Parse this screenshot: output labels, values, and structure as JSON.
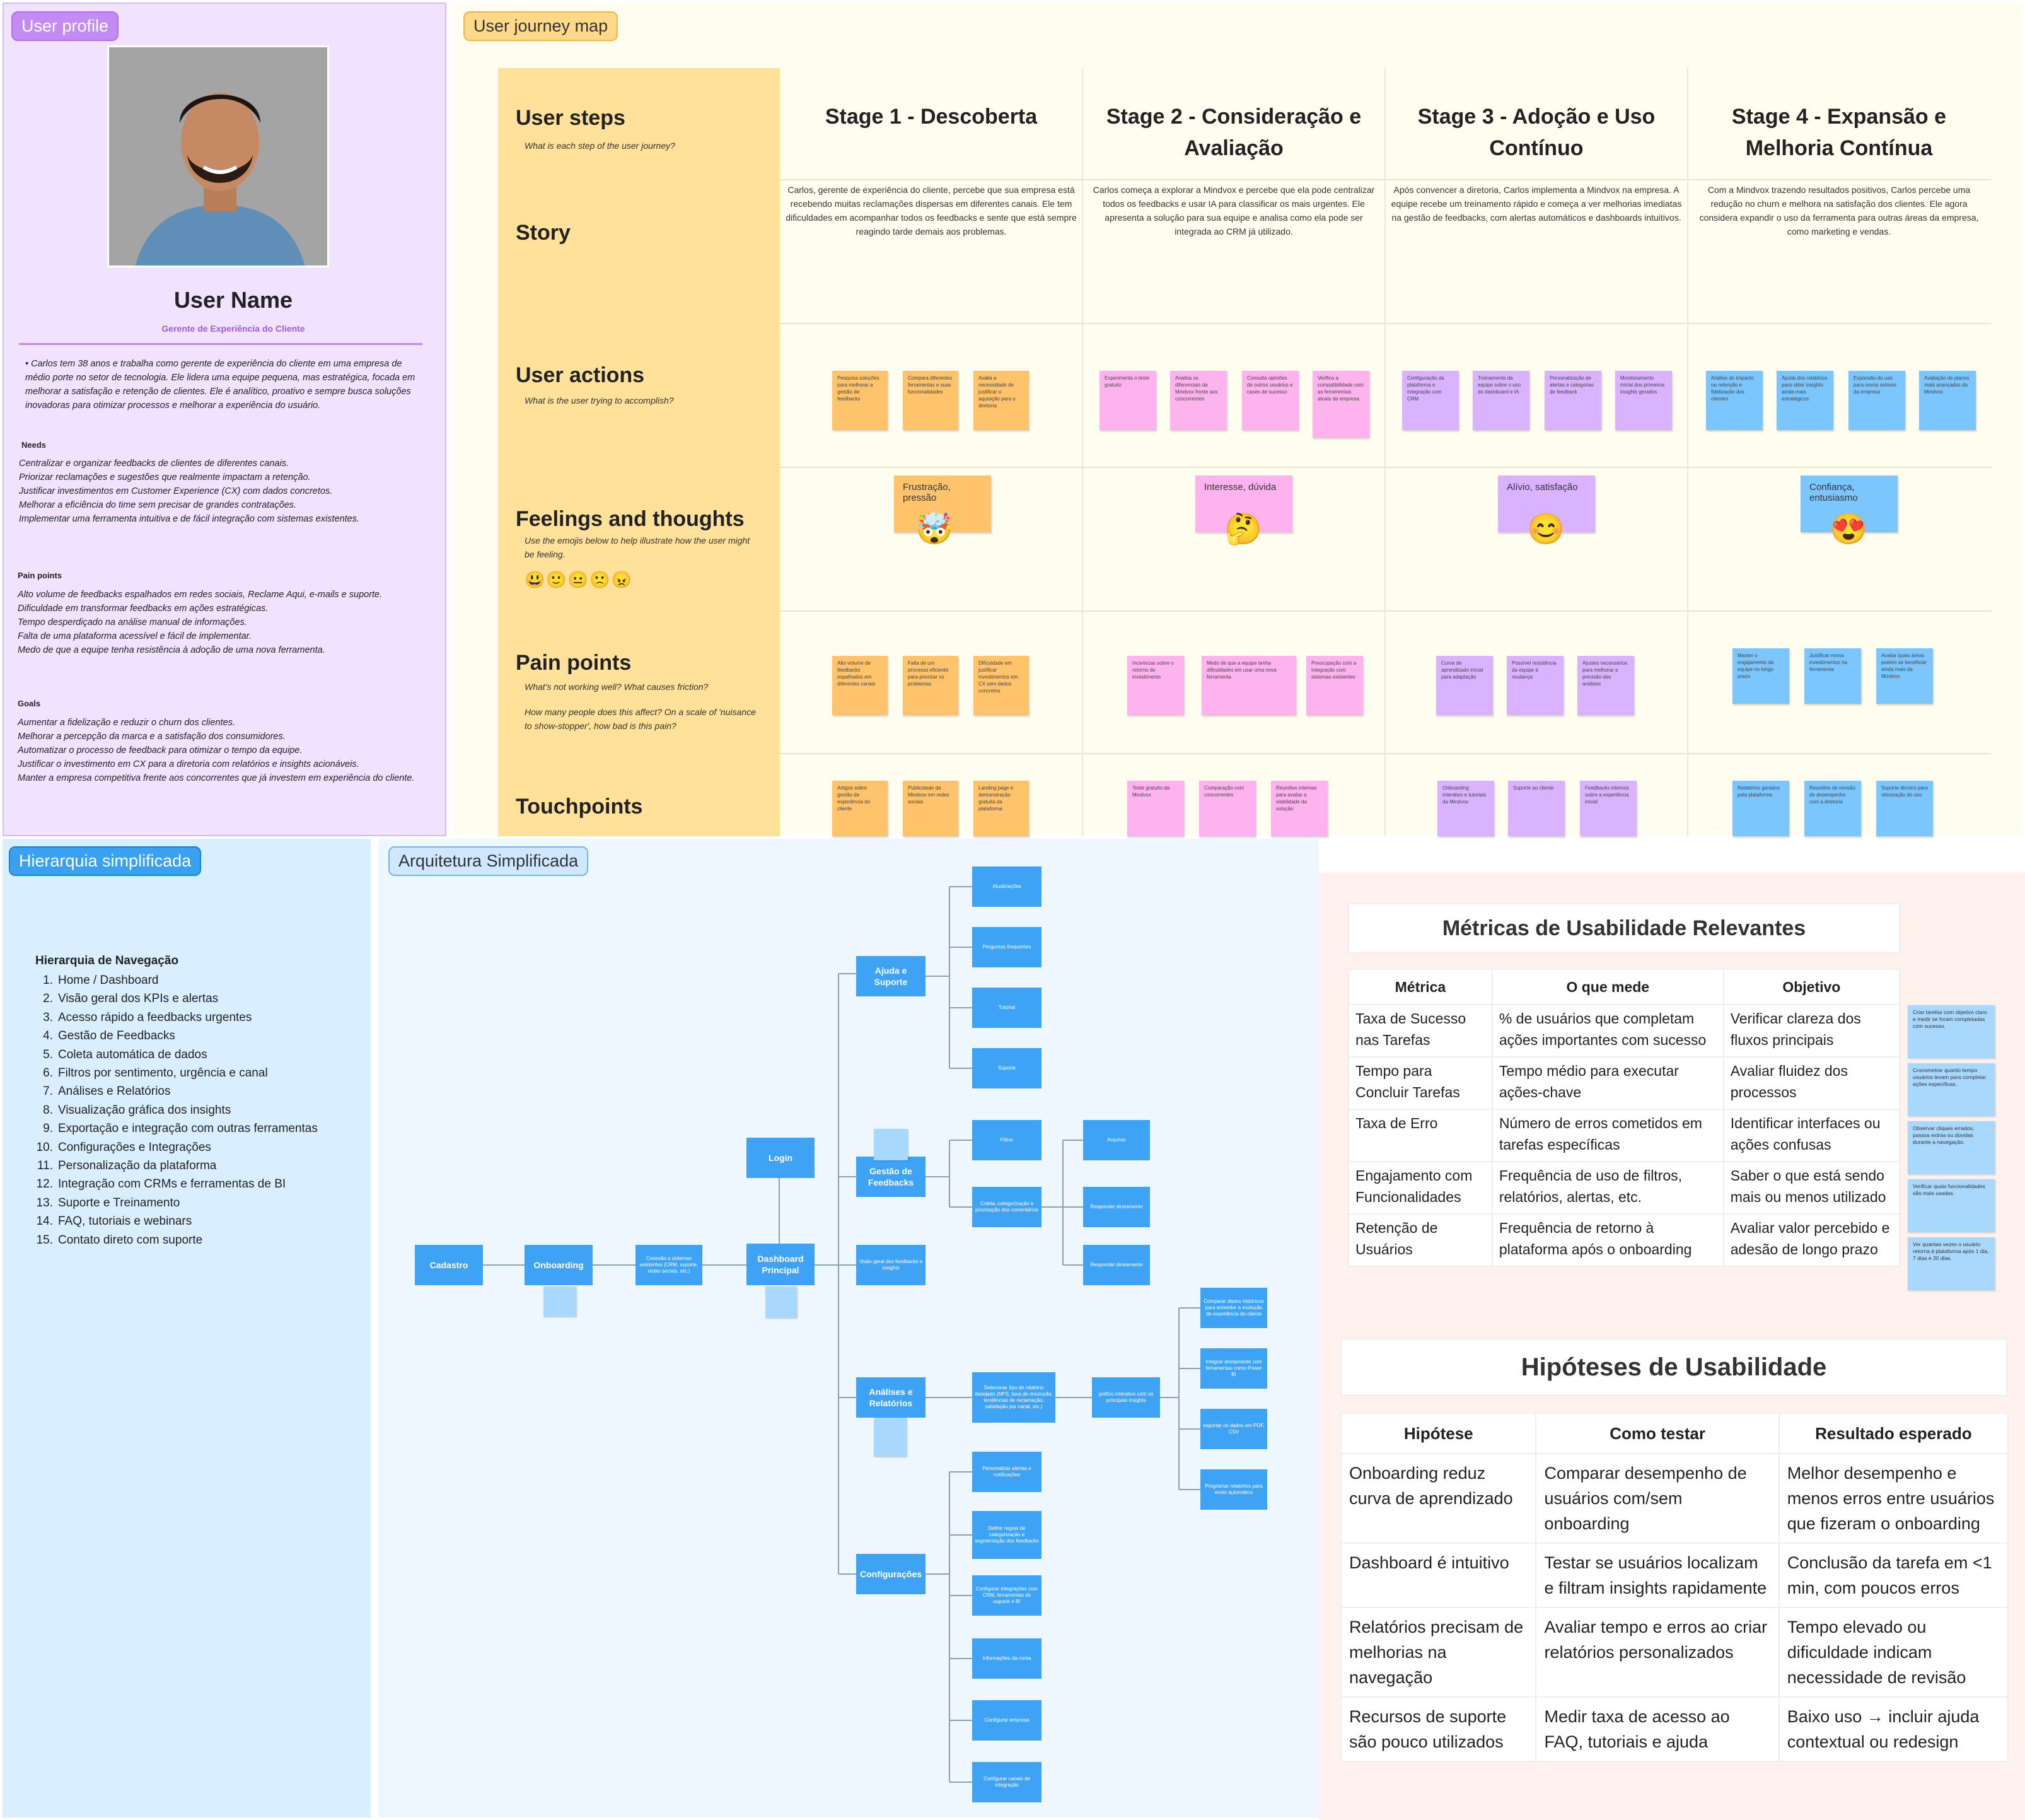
{
  "profile": {
    "tag": "User profile",
    "name": "User Name",
    "role": "Gerente de Experiência do Cliente",
    "bio": "Carlos tem 38 anos e trabalha como gerente de experiência do cliente em uma empresa de médio porte no setor de tecnologia. Ele lidera uma equipe pequena, mas estratégica, focada em melhorar a satisfação e retenção de clientes. Ele é analítico, proativo e sempre busca soluções inovadoras para otimizar processos e melhorar a experiência do usuário.",
    "needs_title": "Needs",
    "needs": [
      "Centralizar e organizar feedbacks de clientes de diferentes canais.",
      "Priorizar reclamações e sugestões que realmente impactam a retenção.",
      "Justificar investimentos em Customer Experience (CX) com dados concretos.",
      "Melhorar a eficiência do time sem precisar de grandes contratações.",
      "Implementar uma ferramenta intuitiva e de fácil integração com sistemas existentes."
    ],
    "pain_title": "Pain points",
    "pains": [
      "Alto volume de feedbacks espalhados em redes sociais, Reclame Aqui, e-mails e suporte.",
      "Dificuldade em transformar feedbacks em ações estratégicas.",
      "Tempo desperdiçado na análise manual de informações.",
      "Falta de uma plataforma acessível e fácil de implementar.",
      "Medo de que a equipe tenha resistência à adoção de uma nova ferramenta."
    ],
    "goals_title": "Goals",
    "goals": [
      "Aumentar a fidelização e reduzir o churn dos clientes.",
      "Melhorar a percepção da marca e a satisfação dos consumidores.",
      "Automatizar o processo de feedback para otimizar o tempo da equipe.",
      " Justificar o investimento em CX para a diretoria com relatórios e insights acionáveis.",
      "Manter a empresa competitiva frente aos concorrentes que já investem em experiência do cliente."
    ]
  },
  "journey": {
    "tag": "User journey map",
    "rows": {
      "steps": {
        "title": "User steps",
        "sub": "What is each step of the user journey?"
      },
      "story": {
        "title": "Story"
      },
      "actions": {
        "title": "User actions",
        "sub": "What is the user trying to accomplish?"
      },
      "feelings": {
        "title": "Feelings and thoughts",
        "sub": "Use the emojis below to help illustrate how the user might be feeling."
      },
      "pains": {
        "title": "Pain points",
        "sub": "What's not working well? What causes friction?",
        "sub2": "How many people does this affect? On a scale of 'nuisance to show-stopper', how bad is this pain?"
      },
      "touch": {
        "title": "Touchpoints"
      }
    },
    "stages": [
      {
        "title": "Stage 1 - Descoberta",
        "story": "Carlos, gerente de experiência do cliente, percebe que sua empresa está recebendo muitas reclamações dispersas em diferentes canais. Ele tem dificuldades em acompanhar todos os feedbacks e sente que está sempre reagindo tarde demais aos problemas.",
        "actions": [
          "Pesquisa soluções para melhorar a gestão de feedbacks",
          "Compara diferentes ferramentas e suas funcionalidades",
          "Avalia a necessidade de justificar o aquisição para o diretoria"
        ],
        "feeling": "Frustração, pressão",
        "emoji": "🤯",
        "pains": [
          "Alto volume de feedbacks espalhados em diferentes canais",
          "Falta de um processo eficiente para priorizar os problemas",
          "Dificuldade em justificar investimentos em CX sem dados concretos"
        ],
        "touch": [
          "Artigos sobre gestão de experiência do cliente",
          "Publicidade da Mindvox em redes sociais",
          "Landing page e demonstração gratuita da plataforma"
        ]
      },
      {
        "title": "Stage 2 -  Consideração e Avaliação",
        "story": "Carlos começa a explorar a Mindvox e percebe que ela pode centralizar todos os feedbacks e usar IA para classificar os mais urgentes. Ele apresenta a solução para sua equipe e analisa como ela pode ser integrada ao CRM já utilizado.",
        "actions": [
          "Experimenta o teste gratuito",
          "Analisa os diferenciais da Mindvox frente aos concorrentes",
          "Consulta opiniões de outros usuários e cases de sucesso",
          "Verifica a compatibilidade com as ferramentas atuais da empresa"
        ],
        "feeling": "Interesse, dúvida",
        "emoji": "🤔",
        "pains": [
          "Incertezas sobre o retorno do investimento",
          "Medo de que a equipe tenha dificuldades em usar uma nova ferramenta",
          "Preocupação com a integração com sistemas existentes"
        ],
        "touch": [
          "Teste gratuito da Mindvox",
          "Comparação com concorrentes",
          "Reuniões internas para avaliar a viabilidade da solução"
        ]
      },
      {
        "title": "Stage 3 - Adoção e Uso Contínuo",
        "story": "Após convencer a diretoria, Carlos implementa a Mindvox na empresa. A equipe recebe um treinamento rápido e começa a ver melhorias imediatas na gestão de feedbacks, com alertas automáticos e dashboards intuitivos.",
        "actions": [
          "Configuração da plataforma e integração com CRM",
          "Treinamento da equipe sobre o uso do dashboard e IA",
          "Personalização de alertas e categorias de feedback",
          "Monitoramento inicial dos primeiros insights gerados"
        ],
        "feeling": "Alívio, satisfação",
        "emoji": "😊",
        "pains": [
          "Curva de aprendizado inicial para adaptação",
          "Possível resistência da equipe à mudança",
          "Ajustes necessários para melhorar a precisão das análises"
        ],
        "touch": [
          "Onboarding interativo e tutoriais da Mindvox",
          "Suporte ao cliente",
          "Feedbacks internos sobre a experiência inicial"
        ]
      },
      {
        "title": "Stage 4 - Expansão e Melhoria Contínua",
        "story": "Com a Mindvox trazendo resultados positivos, Carlos percebe uma redução no churn e melhora na satisfação dos clientes. Ele agora considera expandir o uso da ferramenta para outras áreas da empresa, como marketing e vendas.",
        "actions": [
          "Análise do impacto na retenção e fidelização dos clientes",
          "Ajuste dos relatórios para obter insights ainda mais estratégicos",
          "Expansão do uso para novos setores da empresa",
          "Avaliação de planos mais avançados da Mindvox"
        ],
        "feeling": "Confiança, entusiasmo",
        "emoji": "😍",
        "pains": [
          "Manter o engajamento da equipe no longo prazo",
          "Justificar novos investimentos na ferramenta",
          "Avaliar quais áreas podem se beneficiar ainda mais da Mindvox"
        ],
        "touch": [
          "Relatórios gerados pela plataforma",
          "Reuniões de revisão de desempenho com a diretoria",
          "Suporte técnico para otimização do uso"
        ]
      }
    ]
  },
  "hierarchy": {
    "tag": "Hierarquia simplificada",
    "title": "Hierarquia de Navegação",
    "items": [
      "Home / Dashboard",
      "Visão geral dos KPIs e alertas",
      "Acesso rápido a feedbacks urgentes",
      "Gestão de Feedbacks",
      "Coleta automática de dados",
      "Filtros por sentimento, urgência e canal",
      "Análises e Relatórios",
      "Visualização gráfica dos insights",
      "Exportação e integração com outras ferramentas",
      "Configurações e Integrações",
      "Personalização da plataforma",
      "Integração com CRMs e ferramentas de BI",
      "Suporte e Treinamento",
      "FAQ, tutoriais e webinars",
      "Contato direto com suporte"
    ]
  },
  "architecture": {
    "tag": "Arquitetura Simplificada",
    "nodes": {
      "cadastro": "Cadastro",
      "onboarding": "Onboarding",
      "conexao": "Conexão a sistemas existentes (CRM, suporte, redes sociais, etc.)",
      "dashboard": "Dashboard Principal",
      "login": "Login",
      "ajuda": "Ajuda e Suporte",
      "gestao": "Gestão de Feedbacks",
      "visao": "Visão geral dos feedbacks e insights",
      "analises": "Análises e Relatórios",
      "config": "Configurações",
      "atualizacoes": "Atualizações",
      "perguntas": "Perguntas frequentes",
      "tutorial": "Tutorial",
      "suporte": "Suporte",
      "filtrar": "Filtrar",
      "coleta": "Coleta, categorização e priorização dos comentários",
      "arquivar": "Arquivar",
      "resp1": "Responder diretamente",
      "resp2": "Responder diretamente",
      "selecionar": "Selecionar tipo de relatório desejado (NPS, taxa de resolução, tendências de reclamação, satisfação por canal, etc.)",
      "grafico": "gráfico interativo com os principais insights",
      "comparar": "Comparar dados históricos para entender a evolução da experiência do cliente",
      "integrar": "Integrar diretamente com ferramentas como Power BI",
      "exportar": "exportar os dados em PDF, CSV",
      "programar": "Programar relatórios para envio automático",
      "personalizar": "Personalizar alertas e notificações",
      "definir": "Definir regras de categorização e segmentação dos feedbacks",
      "configurar_int": "Configurar integrações com CRM, ferramentas de suporte e BI",
      "info": "Informações da conta",
      "config_emp": "Configurar empresa",
      "config_canais": "Configurar canais de integração"
    }
  },
  "metrics": {
    "title": "Métricas de Usabilidade Relevantes",
    "headers": [
      "Métrica",
      "O que mede",
      "Objetivo"
    ],
    "rows": [
      [
        "Taxa de Sucesso nas Tarefas",
        "% de usuários que completam ações importantes com sucesso",
        "Verificar clareza dos fluxos principais"
      ],
      [
        "Tempo para Concluir Tarefas",
        "Tempo médio para executar ações-chave",
        "Avaliar fluidez dos processos"
      ],
      [
        "Taxa de Erro",
        "Número de erros cometidos em tarefas específicas",
        "Identificar interfaces ou ações confusas"
      ],
      [
        "Engajamento com Funcionalidades",
        "Frequência de uso de filtros, relatórios, alertas, etc.",
        "Saber o que está sendo mais ou menos utilizado"
      ],
      [
        "Retenção de Usuários",
        "Frequência de retorno à plataforma após o onboarding",
        "Avaliar valor percebido e adesão de longo prazo"
      ]
    ],
    "notes": [
      "Criar tarefas com objetivo claro e medir se foram completadas com sucesso.",
      "Cronometrar quanto tempo usuários levam para completar ações específicas.",
      "Observar cliques errados, passos extras ou dúvidas durante a navegação.",
      "Verificar quais funcionalidades são mais usadas.",
      "Ver quantas vezes o usuário retorna à plataforma após 1 dia, 7 dias e 30 dias."
    ]
  },
  "hypotheses": {
    "title": "Hipóteses de Usabilidade",
    "headers": [
      "Hipótese",
      "Como testar",
      "Resultado esperado"
    ],
    "rows": [
      [
        "Onboarding reduz curva de aprendizado",
        "Comparar desempenho de usuários com/sem onboarding",
        "Melhor desempenho e menos erros entre usuários que fizeram o onboarding"
      ],
      [
        "Dashboard é intuitivo",
        "Testar se usuários localizam e filtram insights rapidamente",
        "Conclusão da tarefa em <1 min, com poucos erros"
      ],
      [
        "Relatórios precisam de melhorias na navegação",
        "Avaliar tempo e erros ao criar relatórios personalizados",
        "Tempo elevado ou dificuldade indicam necessidade de revisão"
      ],
      [
        "Recursos de suporte são pouco utilizados",
        "Medir taxa de acesso ao FAQ, tutoriais e ajuda",
        "Baixo uso → incluir ajuda contextual ou redesign"
      ]
    ]
  },
  "colors": {
    "stage1": "#ffc46b",
    "stage2": "#ffb3ee",
    "stage3": "#d9b3ff",
    "stage4": "#7cc6ff",
    "node": "#3ea2f5"
  }
}
